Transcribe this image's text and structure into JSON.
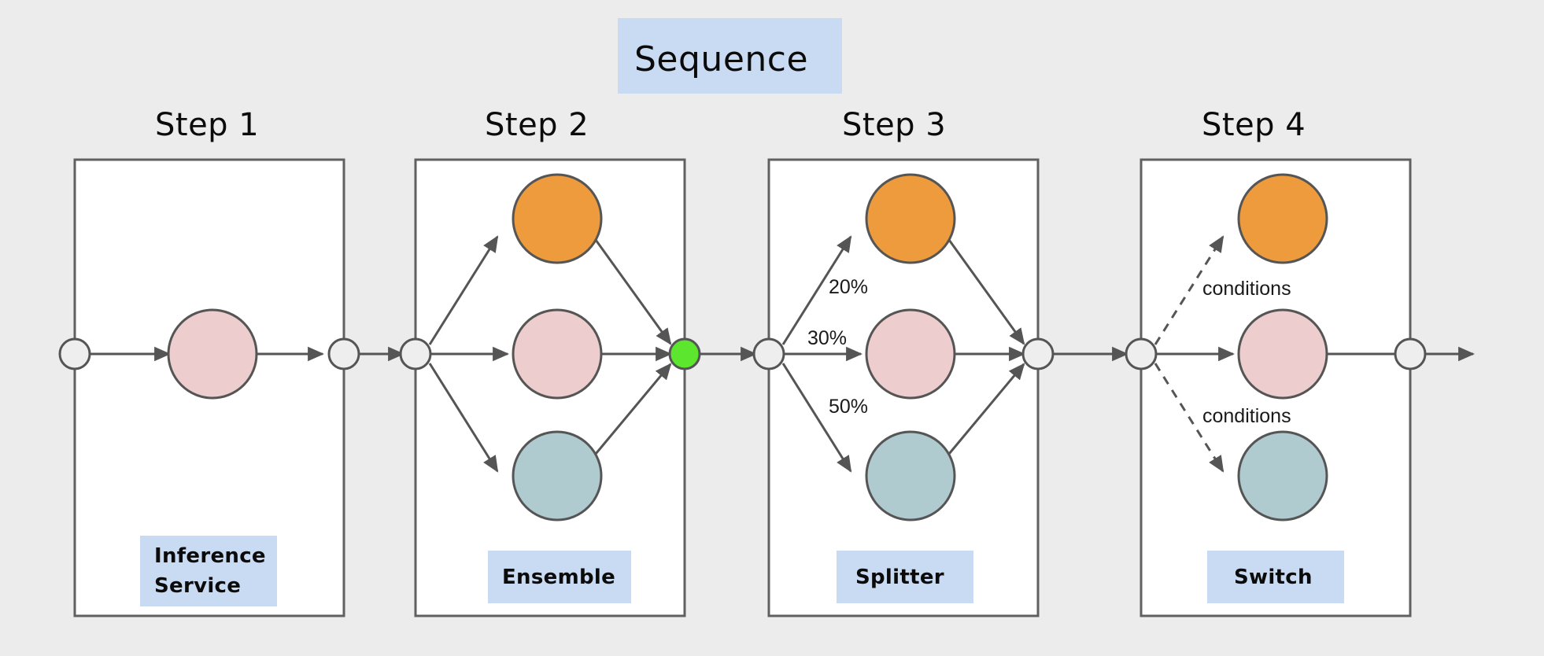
{
  "diagram": {
    "title": "Sequence",
    "title_box_color": "#c9daf3",
    "background_color": "#ececed",
    "panel_background": "#ffffff",
    "panel_border_color": "#606060",
    "node_fill": "#eeeeee",
    "node_border": "#555555",
    "edge_color": "#555555",
    "green_node_color": "#5ce62e",
    "colors": {
      "orange": "#ed9b3d",
      "pink": "#edcdcd",
      "teal": "#b0cbd0",
      "label_box": "#c9daf3"
    },
    "steps": [
      {
        "heading": "Step 1",
        "type_label": "Inference Service",
        "type_label_lines": [
          "Inference",
          "Service"
        ],
        "pattern": "single",
        "circles": [
          {
            "color_name": "pink",
            "color": "#edcdcd"
          }
        ],
        "edge_labels": []
      },
      {
        "heading": "Step 2",
        "type_label": "Ensemble",
        "type_label_lines": [
          "Ensemble"
        ],
        "pattern": "fan-out-fan-in",
        "circles": [
          {
            "color_name": "orange",
            "color": "#ed9b3d"
          },
          {
            "color_name": "pink",
            "color": "#edcdcd"
          },
          {
            "color_name": "teal",
            "color": "#b0cbd0"
          }
        ],
        "join_node_color": "#5ce62e",
        "edge_labels": []
      },
      {
        "heading": "Step 3",
        "type_label": "Splitter",
        "type_label_lines": [
          "Splitter"
        ],
        "pattern": "fan-out-fan-in",
        "circles": [
          {
            "color_name": "orange",
            "color": "#ed9b3d"
          },
          {
            "color_name": "pink",
            "color": "#edcdcd"
          },
          {
            "color_name": "teal",
            "color": "#b0cbd0"
          }
        ],
        "edge_labels": [
          "20%",
          "30%",
          "50%"
        ]
      },
      {
        "heading": "Step 4",
        "type_label": "Switch",
        "type_label_lines": [
          "Switch"
        ],
        "pattern": "switch-dashed",
        "circles": [
          {
            "color_name": "orange",
            "color": "#ed9b3d"
          },
          {
            "color_name": "pink",
            "color": "#edcdcd"
          },
          {
            "color_name": "teal",
            "color": "#b0cbd0"
          }
        ],
        "edge_labels": [
          "conditions",
          "conditions"
        ]
      }
    ]
  }
}
